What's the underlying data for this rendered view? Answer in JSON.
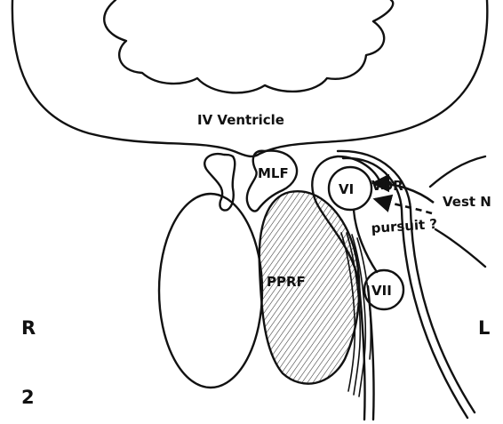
{
  "labels": {
    "ventricle": "IV Ventricle",
    "mlf": "MLF",
    "nucleus_vi": "VI",
    "vor": "VOR",
    "vest_n": "Vest N",
    "pursuit": "pursuit ?",
    "pprf": "PPRF",
    "nucleus_vii": "VII",
    "right_side": "R",
    "left_side": "L",
    "panel_number": "2"
  }
}
